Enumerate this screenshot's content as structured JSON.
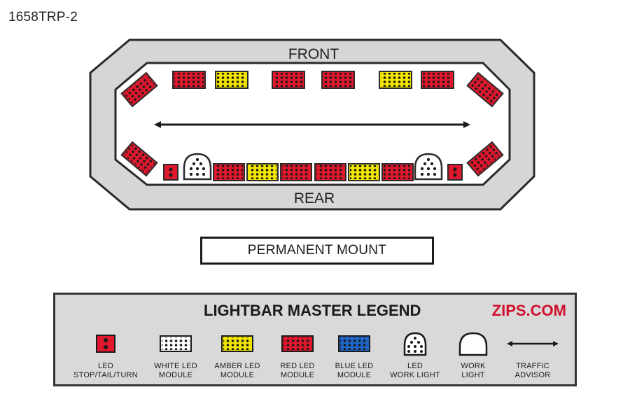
{
  "model_code": "1658TRP-2",
  "lightbar": {
    "front_label": "FRONT",
    "rear_label": "REAR"
  },
  "mount_label": "PERMANENT MOUNT",
  "legend": {
    "title": "LIGHTBAR MASTER LEGEND",
    "brand": "ZIPS.COM",
    "items": [
      {
        "label": "LED\nSTOP/TAIL/TURN",
        "icon": "stop-tail-turn-icon"
      },
      {
        "label": "WHITE LED\nMODULE",
        "icon": "white-led-module-icon"
      },
      {
        "label": "AMBER LED\nMODULE",
        "icon": "amber-led-module-icon"
      },
      {
        "label": "RED LED\nMODULE",
        "icon": "red-led-module-icon"
      },
      {
        "label": "BLUE LED\nMODULE",
        "icon": "blue-led-module-icon"
      },
      {
        "label": "LED\nWORK LIGHT",
        "icon": "led-work-light-icon"
      },
      {
        "label": "WORK\nLIGHT",
        "icon": "work-light-icon"
      },
      {
        "label": "TRAFFIC\nADVISOR",
        "icon": "traffic-advisor-icon"
      }
    ]
  },
  "colors": {
    "red": "#e0182d",
    "amber": "#f2e500",
    "blue": "#1e66c8",
    "white": "#ffffff",
    "frame": "#d6d6d6",
    "outline": "#2a2a2a"
  }
}
